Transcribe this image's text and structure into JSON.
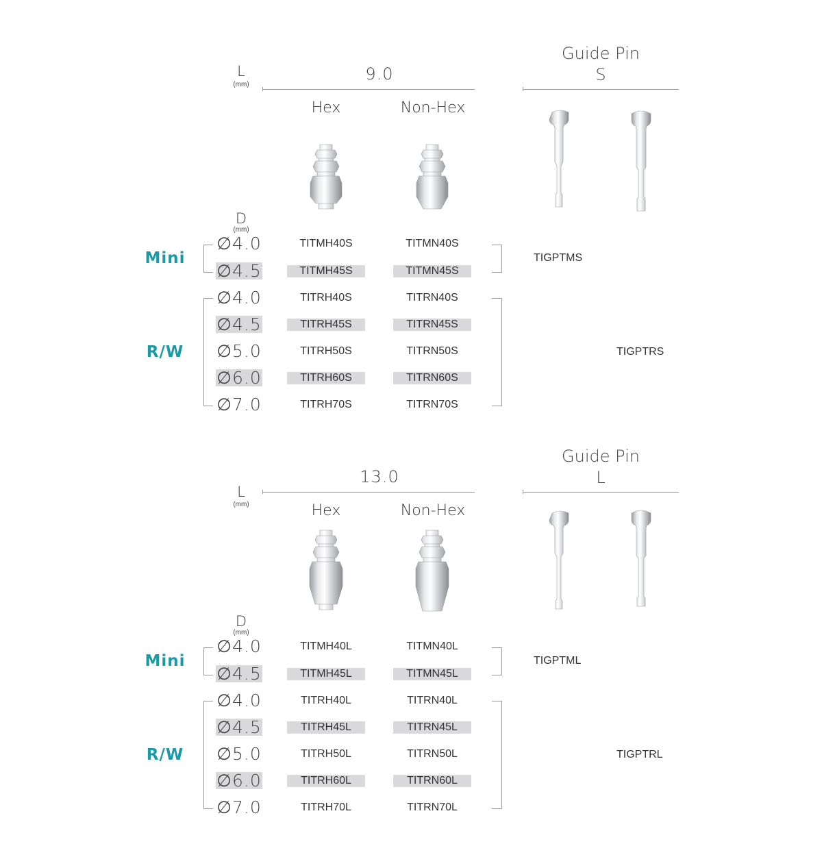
{
  "mm_unit": "(mm)",
  "sections": [
    {
      "length_label": "L",
      "length_value": "9.0",
      "guide_pin_title": "Guide Pin",
      "guide_pin_size": "S",
      "hex_header": "Hex",
      "nonhex_header": "Non-Hex",
      "diameter_label": "D",
      "mini_label": "Mini",
      "rw_label": "R/W",
      "rows": [
        {
          "dia": "∅4.0",
          "hex": "TITMH40S",
          "nonhex": "TITMN40S",
          "shaded": false
        },
        {
          "dia": "∅4.5",
          "hex": "TITMH45S",
          "nonhex": "TITMN45S",
          "shaded": true
        },
        {
          "dia": "∅4.0",
          "hex": "TITRH40S",
          "nonhex": "TITRN40S",
          "shaded": false
        },
        {
          "dia": "∅4.5",
          "hex": "TITRH45S",
          "nonhex": "TITRN45S",
          "shaded": true
        },
        {
          "dia": "∅5.0",
          "hex": "TITRH50S",
          "nonhex": "TITRN50S",
          "shaded": false
        },
        {
          "dia": "∅6.0",
          "hex": "TITRH60S",
          "nonhex": "TITRN60S",
          "shaded": true
        },
        {
          "dia": "∅7.0",
          "hex": "TITRH70S",
          "nonhex": "TITRN70S",
          "shaded": false
        }
      ],
      "mini_guide_pin": "TIGPTMS",
      "rw_guide_pin": "TIGPTRS"
    },
    {
      "length_label": "L",
      "length_value": "13.0",
      "guide_pin_title": "Guide Pin",
      "guide_pin_size": "L",
      "hex_header": "Hex",
      "nonhex_header": "Non-Hex",
      "diameter_label": "D",
      "mini_label": "Mini",
      "rw_label": "R/W",
      "rows": [
        {
          "dia": "∅4.0",
          "hex": "TITMH40L",
          "nonhex": "TITMN40L",
          "shaded": false
        },
        {
          "dia": "∅4.5",
          "hex": "TITMH45L",
          "nonhex": "TITMN45L",
          "shaded": true
        },
        {
          "dia": "∅4.0",
          "hex": "TITRH40L",
          "nonhex": "TITRN40L",
          "shaded": false
        },
        {
          "dia": "∅4.5",
          "hex": "TITRH45L",
          "nonhex": "TITRN45L",
          "shaded": true
        },
        {
          "dia": "∅5.0",
          "hex": "TITRH50L",
          "nonhex": "TITRN50L",
          "shaded": false
        },
        {
          "dia": "∅6.0",
          "hex": "TITRH60L",
          "nonhex": "TITRN60L",
          "shaded": true
        },
        {
          "dia": "∅7.0",
          "hex": "TITRH70L",
          "nonhex": "TITRN70L",
          "shaded": false
        }
      ],
      "mini_guide_pin": "TIGPTML",
      "rw_guide_pin": "TIGPTRL"
    }
  ],
  "colors": {
    "accent": "#1a9aa6",
    "shade": "#d9d9dc",
    "rule": "#999999"
  }
}
